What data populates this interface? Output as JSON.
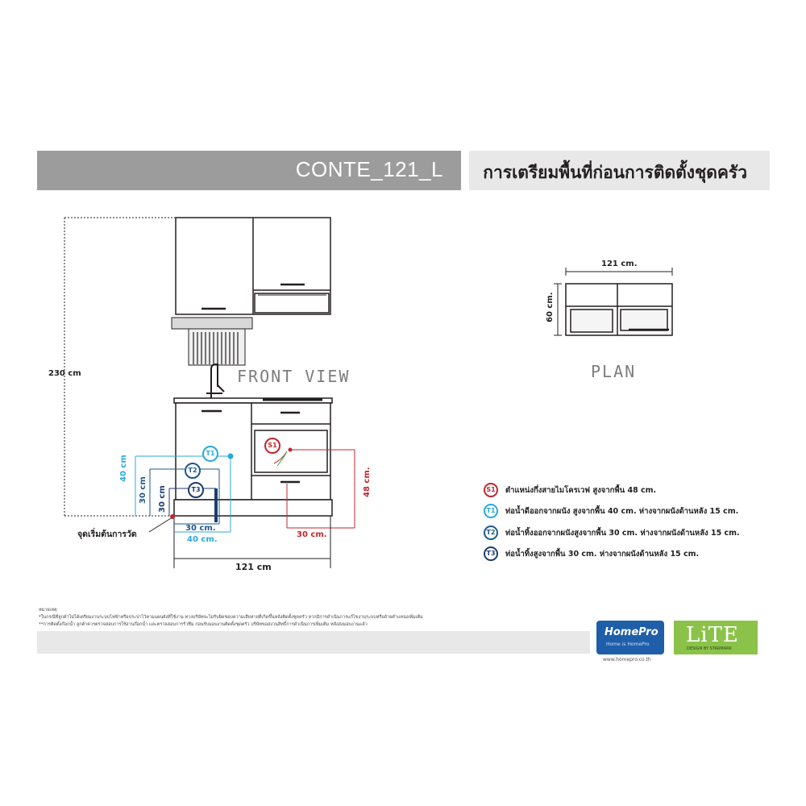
{
  "header": {
    "model": "CONTE_121_L",
    "title_th": "การเตรียมพื้นที่ก่อนการติดตั้งชุดครัว"
  },
  "front_view": {
    "label": "FRONT VIEW",
    "height_dim": "230 cm",
    "width_dim": "121 cm",
    "dim_40_vertical": "40 cm",
    "dim_30_vertical_a": "30 cm",
    "dim_30_vertical_b": "30 cm",
    "dim_30_horizontal": "30 cm.",
    "dim_40_horizontal": "40 cm.",
    "dim_48_vertical": "48 cm.",
    "dim_30_right": "30 cm.",
    "start_point": "จุดเริ่มต้นการวัด",
    "marker_s1": "S1",
    "marker_t1": "T1",
    "marker_t2": "T2",
    "marker_t3": "T3"
  },
  "plan": {
    "label": "PLAN",
    "width_dim": "121 cm.",
    "depth_dim": "60 cm."
  },
  "legend": [
    {
      "badge": "S1",
      "color": "#c0272d",
      "text": "ตำแหน่งกึ่งสายไมโครเวฟ สูงจากพื้น 48 cm."
    },
    {
      "badge": "T1",
      "color": "#29a9e0",
      "text": "ท่อน้ำดีออกจากผนัง สูงจากพื้น 40 cm. ห่างจากผนังด้านหลัง 15 cm."
    },
    {
      "badge": "T2",
      "color": "#1c5a8c",
      "text": "ท่อน้ำทิ้งออกจากผนังสูงจากพื้น 30 cm. ห่างจากผนังด้านหลัง 15 cm."
    },
    {
      "badge": "T3",
      "color": "#1c3d6e",
      "text": "ท่อน้ำทิ้งสูงจากพื้น 30 cm. ห่างจากผนังด้านหลัง 15 cm."
    }
  ],
  "notes": {
    "heading": "หมายเหตุ",
    "line1": "*ในกรณีที่ลูกค้าไม่ได้เตรียมงานระบบไฟฟ้าหรือประปาไว้ตามแผนผังที่ใช้งาน ทางบริษัทจะไม่รับผิดชอบความเสียหายที่เกิดขึ้นหลังติดตั้งชุดครัว หากมีการดำเนินการแก้ไขงานระบบหรือย้ายตำแหน่งเพิ่มเติม",
    "line2": "**การติดตั้งก๊อกน้ำ ลูกค้าควรตรวจสอบการใช้งานก๊อกน้ำ และตรวจสอบการรั่วซึม ก่อนรับมอบงานติดตั้งชุดครัว บริษัทขอสงวนสิทธิ์การดำเนินการเพิ่มเติม หลังส่งมอบงานแล้ว"
  },
  "logos": {
    "homepro_name": "HomePro",
    "homepro_tag": "Home is HomePro",
    "homepro_url": "www.homepro.co.th",
    "lite_name": "LiTE",
    "lite_tag": "DESIGN BY STARMARK"
  }
}
